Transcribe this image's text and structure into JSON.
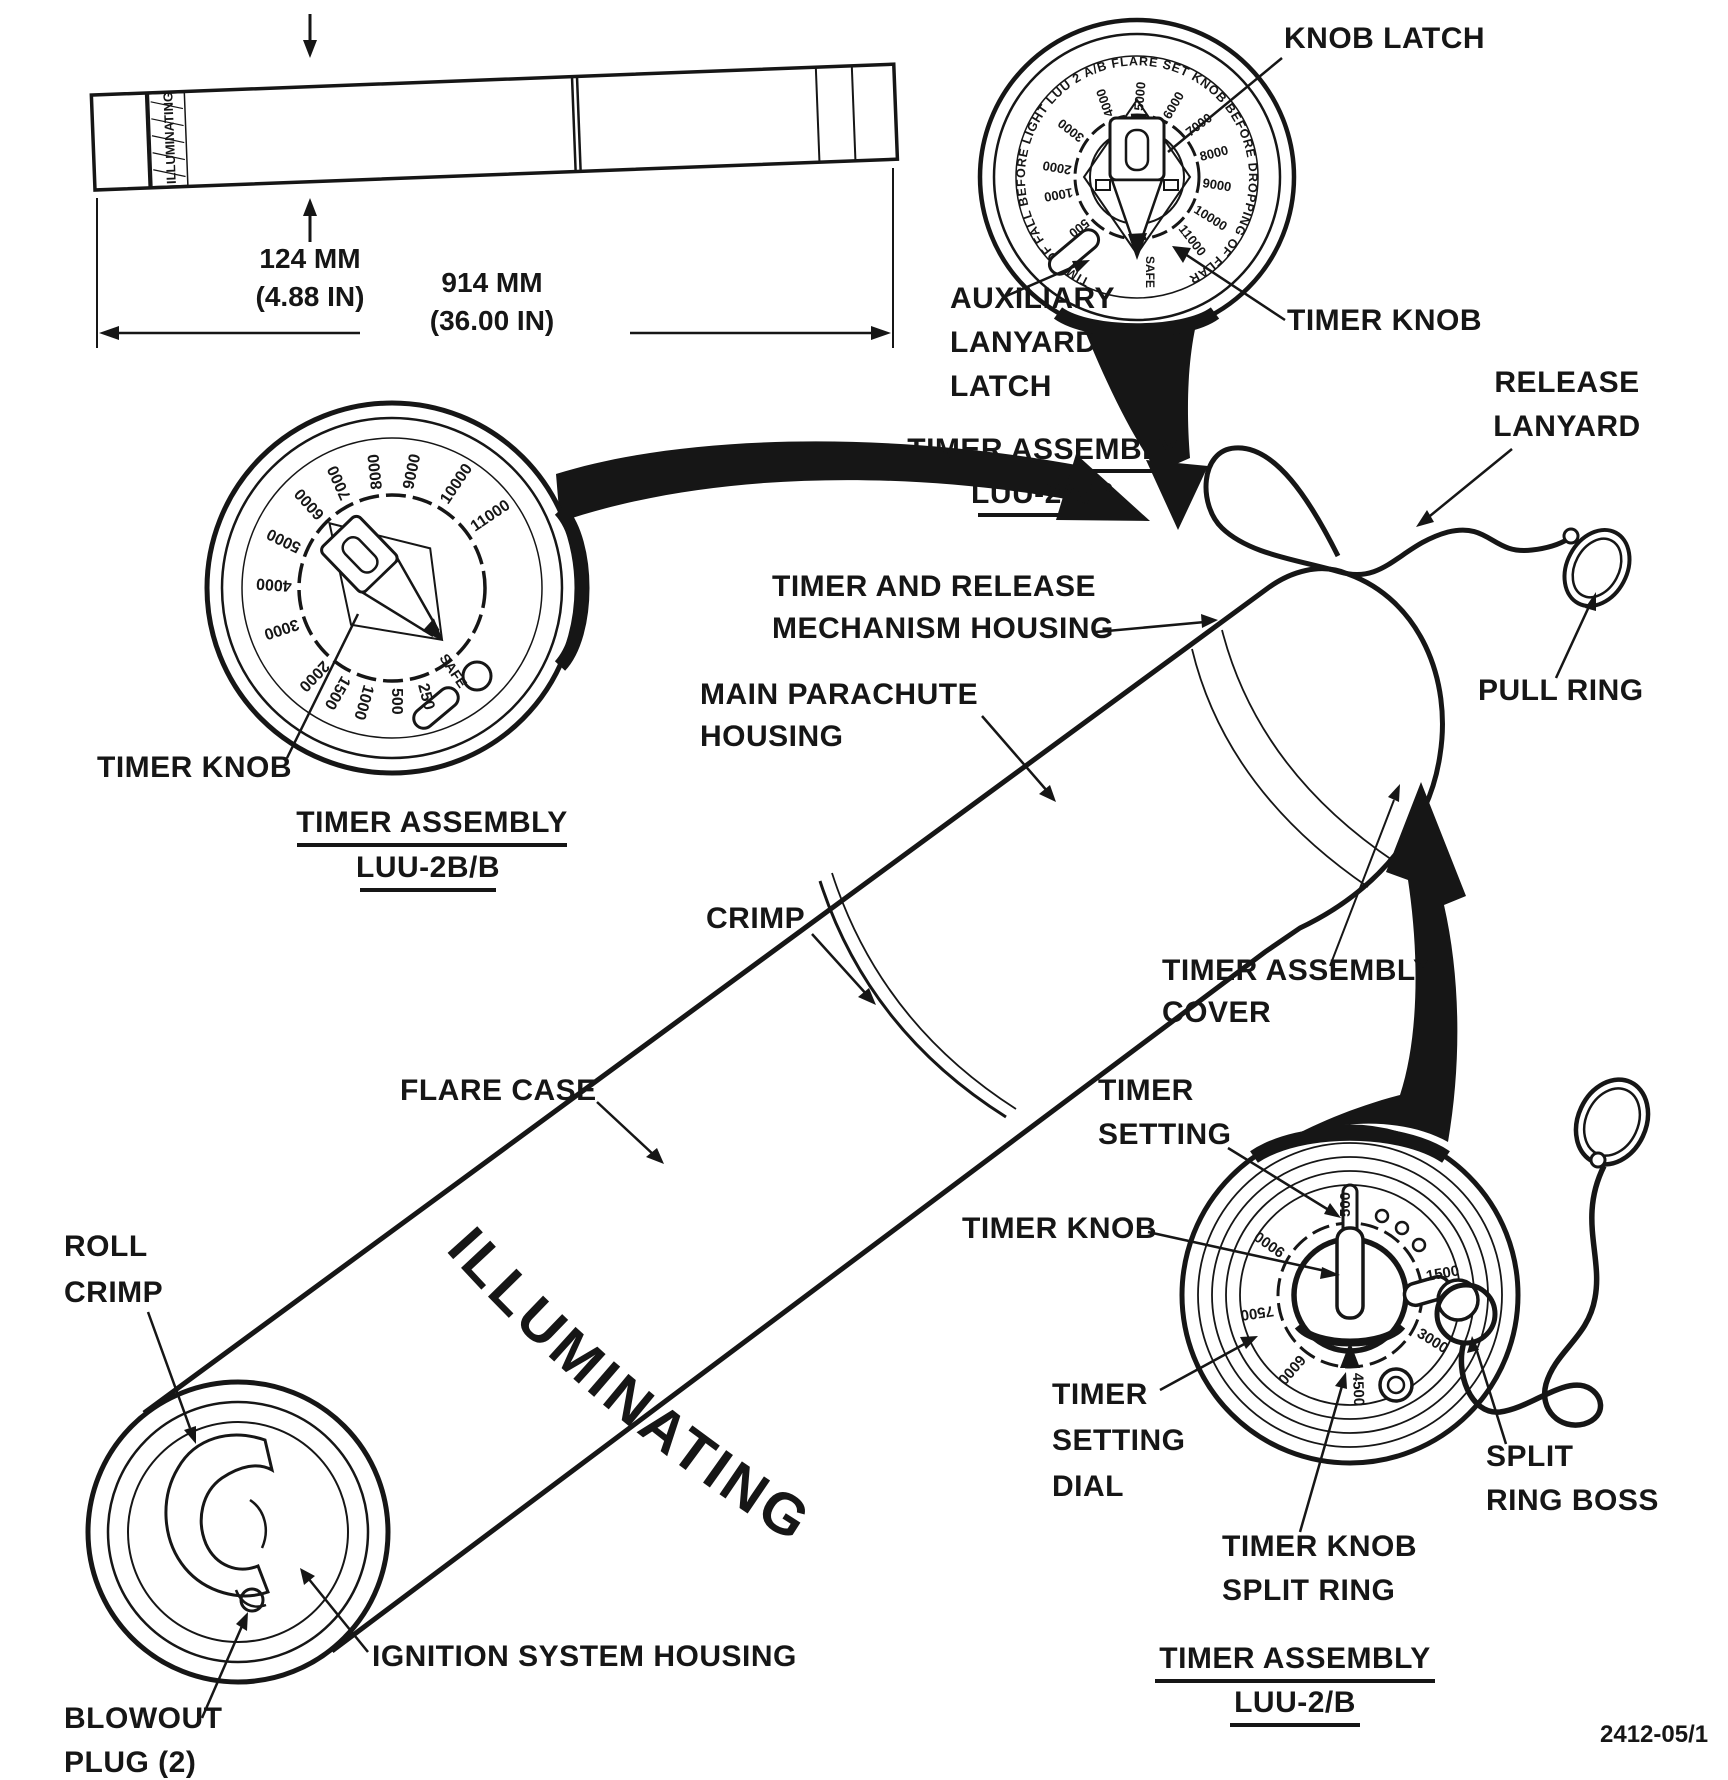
{
  "figure_number": "2412-05/1",
  "ink_color": "#161616",
  "dimensions": {
    "diameter": [
      "124 MM",
      "(4.88 IN)"
    ],
    "length": [
      "914 MM",
      "(36.00 IN)"
    ]
  },
  "top_view_band_text": "ILLUMINATING",
  "case_band_text": "ILLUMINATING",
  "labels": {
    "knob_latch": "KNOB LATCH",
    "timer_knob_2ab": "TIMER KNOB",
    "auxiliary_lanyard_latch": [
      "AUXILIARY",
      "LANYARD",
      "LATCH"
    ],
    "release_lanyard": [
      "RELEASE",
      "LANYARD"
    ],
    "pull_ring": "PULL RING",
    "timer_and_release_housing": [
      "TIMER AND RELEASE",
      "MECHANISM HOUSING"
    ],
    "main_parachute_housing": [
      "MAIN PARACHUTE",
      "HOUSING"
    ],
    "crimp": "CRIMP",
    "flare_case": "FLARE CASE",
    "timer_assembly_cover": [
      "TIMER ASSEMBLY",
      "COVER"
    ],
    "timer_knob_2bb": "TIMER KNOB",
    "roll_crimp": [
      "ROLL",
      "CRIMP"
    ],
    "ignition_system_housing": "IGNITION SYSTEM HOUSING",
    "blowout_plug": [
      "BLOWOUT",
      "PLUG (2)"
    ],
    "timer_setting": [
      "TIMER",
      "SETTING"
    ],
    "timer_knob_2b": "TIMER KNOB",
    "timer_setting_dial": [
      "TIMER",
      "SETTING",
      "DIAL"
    ],
    "timer_knob_split_ring": [
      "TIMER KNOB",
      "SPLIT RING"
    ],
    "split_ring_boss": [
      "SPLIT",
      "RING BOSS"
    ]
  },
  "dials": {
    "luu2ab": {
      "title": [
        "TIMER ASSEMBLY",
        "LUU-2A/B"
      ],
      "ring_text": "TIME OF FALL BEFORE LIGHT LUU 2 A/B FLARE SET KNOB BEFORE DROPPING OF FLARE",
      "numbers": [
        "500",
        "1000",
        "2000",
        "3000",
        "4000",
        "5000",
        "6000",
        "7000",
        "8000",
        "9000",
        "10000",
        "11000"
      ],
      "safe_label": "SAFE"
    },
    "luu2bb": {
      "title": [
        "TIMER ASSEMBLY",
        "LUU-2B/B"
      ],
      "numbers": [
        "250",
        "500",
        "1000",
        "1500",
        "2000",
        "3000",
        "4000",
        "5000",
        "6000",
        "7000",
        "8000",
        "9000",
        "10000",
        "11000"
      ],
      "safe_label": "SAFE"
    },
    "luu2b": {
      "title": [
        "TIMER ASSEMBLY",
        "LUU-2/B"
      ],
      "numbers": [
        "500",
        "1500",
        "3000",
        "4500",
        "6000",
        "7500",
        "9000"
      ]
    }
  }
}
